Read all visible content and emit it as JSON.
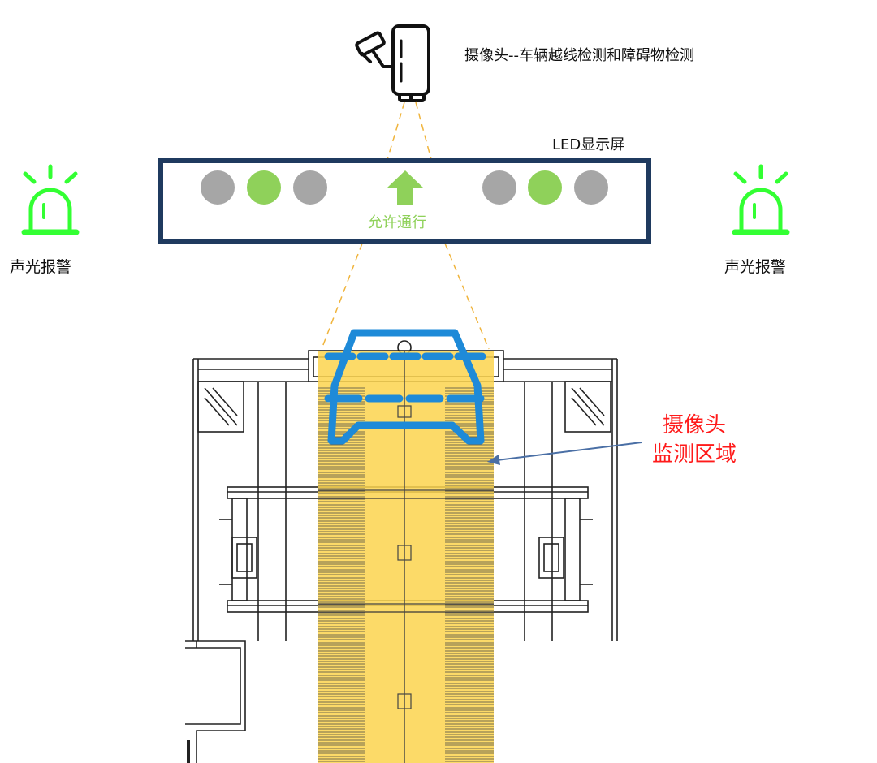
{
  "camera": {
    "icon": "cctv-camera-icon",
    "caption": "摄像头--车辆越线检测和障碍物检测"
  },
  "led_display": {
    "caption": "LED显示屏",
    "status_text": "允许通行",
    "arrow_icon": "up-arrow-icon",
    "frame_color": "#1f3a5f",
    "left_lights": [
      "off",
      "green",
      "off"
    ],
    "right_lights": [
      "off",
      "green",
      "off"
    ],
    "light_on_color": "#8fd15a",
    "light_off_color": "#a6a6a6"
  },
  "alarms": {
    "icon": "siren-icon",
    "color": "#33ff33",
    "left_label": "声光报警",
    "right_label": "声光报警"
  },
  "detection_zone": {
    "label_line1": "摄像头",
    "label_line2": "监测区域",
    "label_color": "#ff1a1a",
    "fill_color": "#fcd34d",
    "vehicle_icon": "car-front-icon",
    "vehicle_color": "#1e8ad8"
  }
}
